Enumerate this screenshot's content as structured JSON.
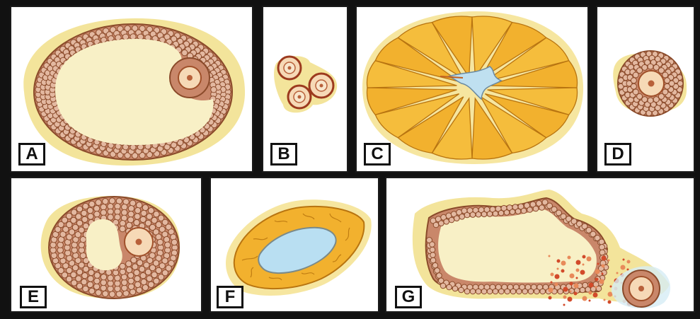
{
  "panels": [
    {
      "id": "A",
      "label": "A"
    },
    {
      "id": "B",
      "label": "B"
    },
    {
      "id": "C",
      "label": "C"
    },
    {
      "id": "D",
      "label": "D"
    },
    {
      "id": "E",
      "label": "E"
    },
    {
      "id": "F",
      "label": "F"
    },
    {
      "id": "G",
      "label": "G"
    }
  ],
  "colors": {
    "stroma": "#f5e7a3",
    "antrum": "#f8f0c6",
    "granulosa": "#c78a6c",
    "granulosa_rim": "#8a4a2a",
    "oocyte": "#f6d9b6",
    "luteal": "#f2b12e",
    "luteal_edge": "#c07d12",
    "fluid": "#b9dff2",
    "hemorrhage": "#d24a2a"
  }
}
